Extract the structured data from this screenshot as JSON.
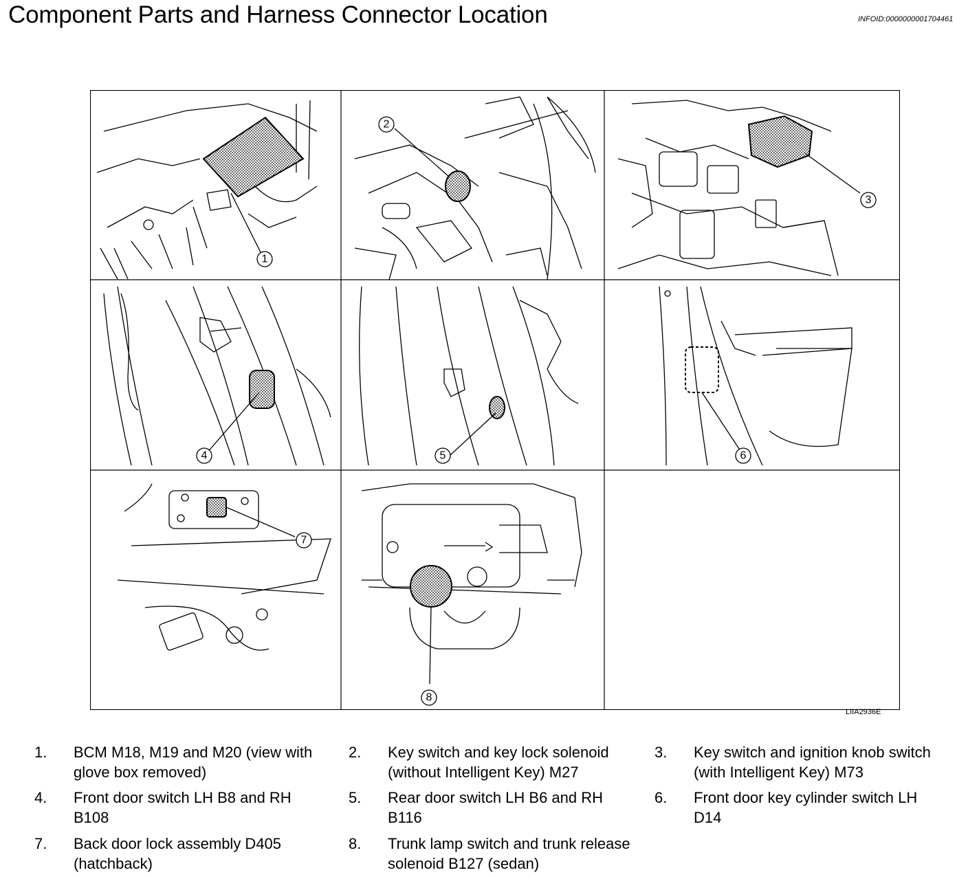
{
  "header": {
    "title": "Component Parts and Harness Connector Location",
    "infoid": "INFOID:0000000001704461"
  },
  "figure": {
    "code": "LIIA2936E",
    "panels": [
      {
        "callout": "1"
      },
      {
        "callout": "2"
      },
      {
        "callout": "3"
      },
      {
        "callout": "4"
      },
      {
        "callout": "5"
      },
      {
        "callout": "6"
      },
      {
        "callout": "7"
      },
      {
        "callout": "8"
      }
    ]
  },
  "legend": [
    {
      "num": "1.",
      "text": "BCM M18, M19 and M20 (view with glove box removed)"
    },
    {
      "num": "2.",
      "text": "Key switch and key lock solenoid (without Intelligent Key) M27"
    },
    {
      "num": "3.",
      "text": "Key switch and ignition knob switch (with Intelligent Key) M73"
    },
    {
      "num": "4.",
      "text": "Front door switch LH B8 and RH B108"
    },
    {
      "num": "5.",
      "text": "Rear door switch LH B6 and RH B116"
    },
    {
      "num": "6.",
      "text": "Front door key cylinder switch LH D14"
    },
    {
      "num": "7.",
      "text": "Back door lock assembly D405 (hatchback)"
    },
    {
      "num": "8.",
      "text": "Trunk lamp switch and trunk release solenoid B127 (sedan)"
    }
  ]
}
